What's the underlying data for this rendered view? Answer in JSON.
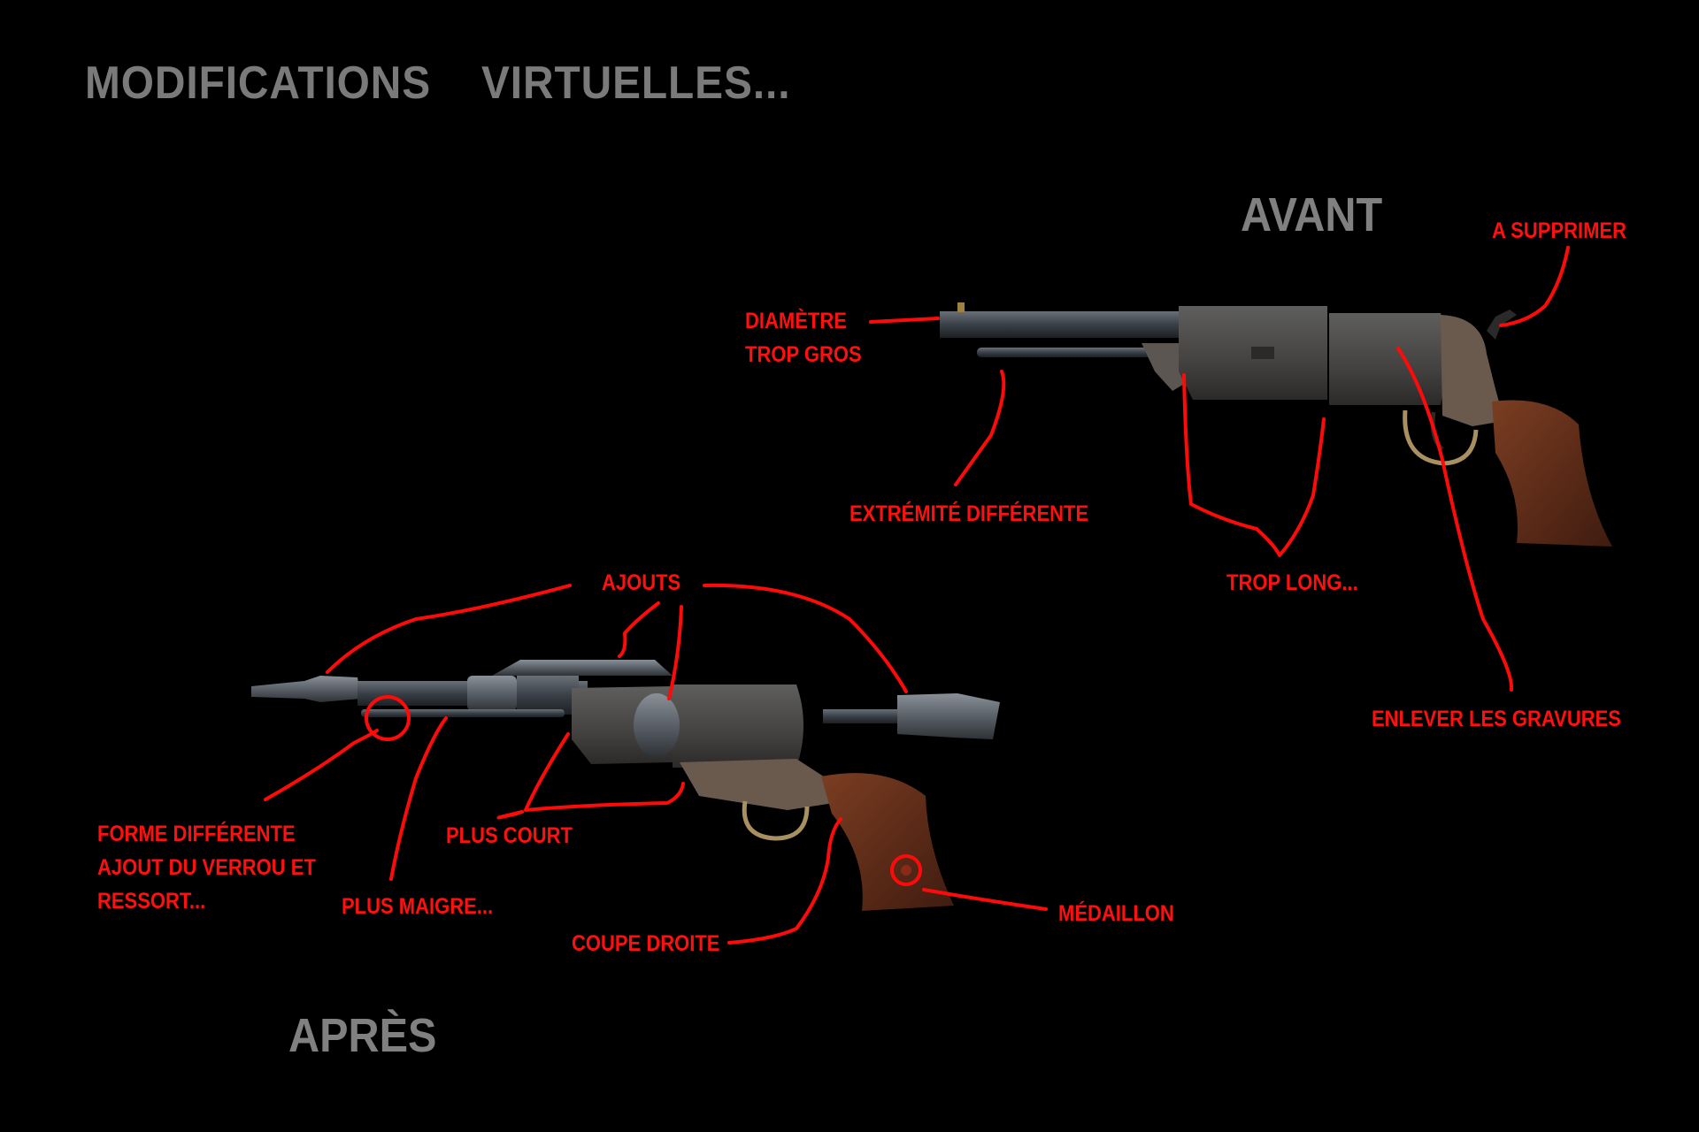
{
  "title": "MODIFICATIONS    VIRTUELLES...",
  "labels": {
    "before": "AVANT",
    "after": "APRÈS"
  },
  "annotations": {
    "a_supprimer": "A SUPPRIMER",
    "diametre": "DIAMÈTRE\nTROP GROS",
    "extremite": "EXTRÉMITÉ DIFFÉRENTE",
    "trop_long": "TROP LONG...",
    "enlever_gravures": "ENLEVER LES GRAVURES",
    "ajouts": "AJOUTS",
    "forme_differente": "FORME DIFFÉRENTE\nAJOUT DU VERROU ET\nRESSORT...",
    "plus_maigre": "PLUS MAIGRE...",
    "plus_court": "PLUS COURT",
    "coupe_droite": "COUPE DROITE",
    "medaillon": "MÉDAILLON"
  },
  "colors": {
    "background": "#000000",
    "annotation": "#ff0a0a",
    "heading": "#7a7a7a"
  }
}
